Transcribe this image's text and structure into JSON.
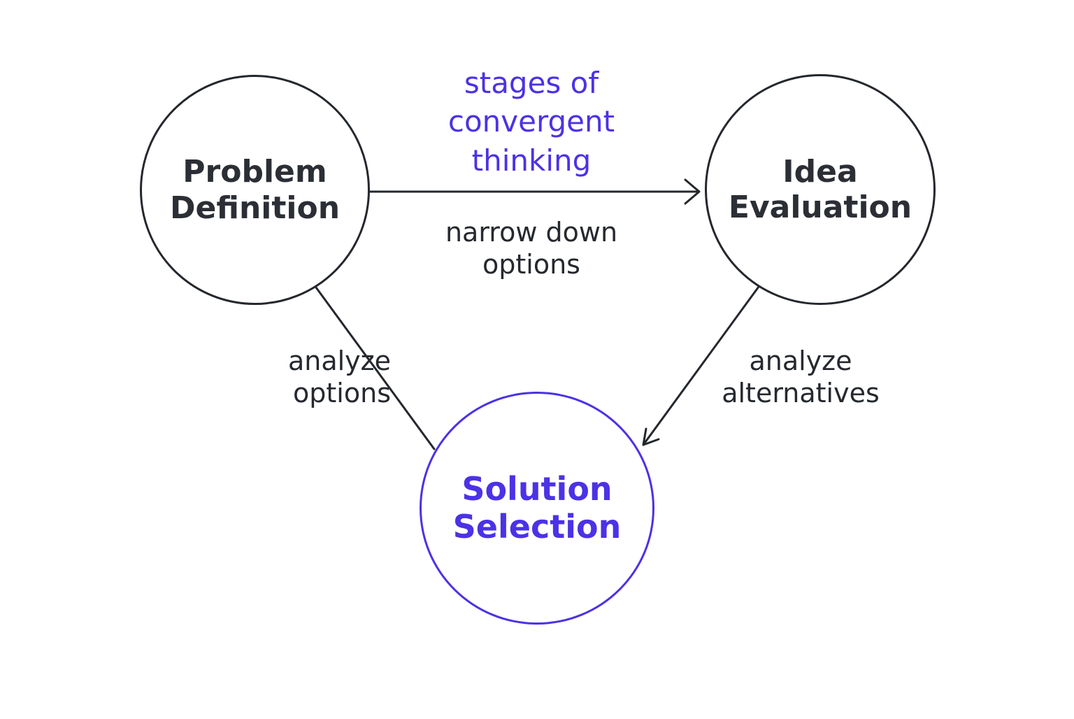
{
  "colors": {
    "ink": "#24282d",
    "accent": "#4b32e6",
    "background": "#ffffff"
  },
  "diagram": {
    "title": "stages of\nconvergent\nthinking",
    "nodes": {
      "problem_definition": "Problem\nDefinition",
      "idea_evaluation": "Idea\nEvaluation",
      "solution_selection": "Solution\nSelection"
    },
    "edges": {
      "top": "narrow down\noptions",
      "left": "analyze\noptions",
      "right": "analyze\nalternatives"
    }
  }
}
